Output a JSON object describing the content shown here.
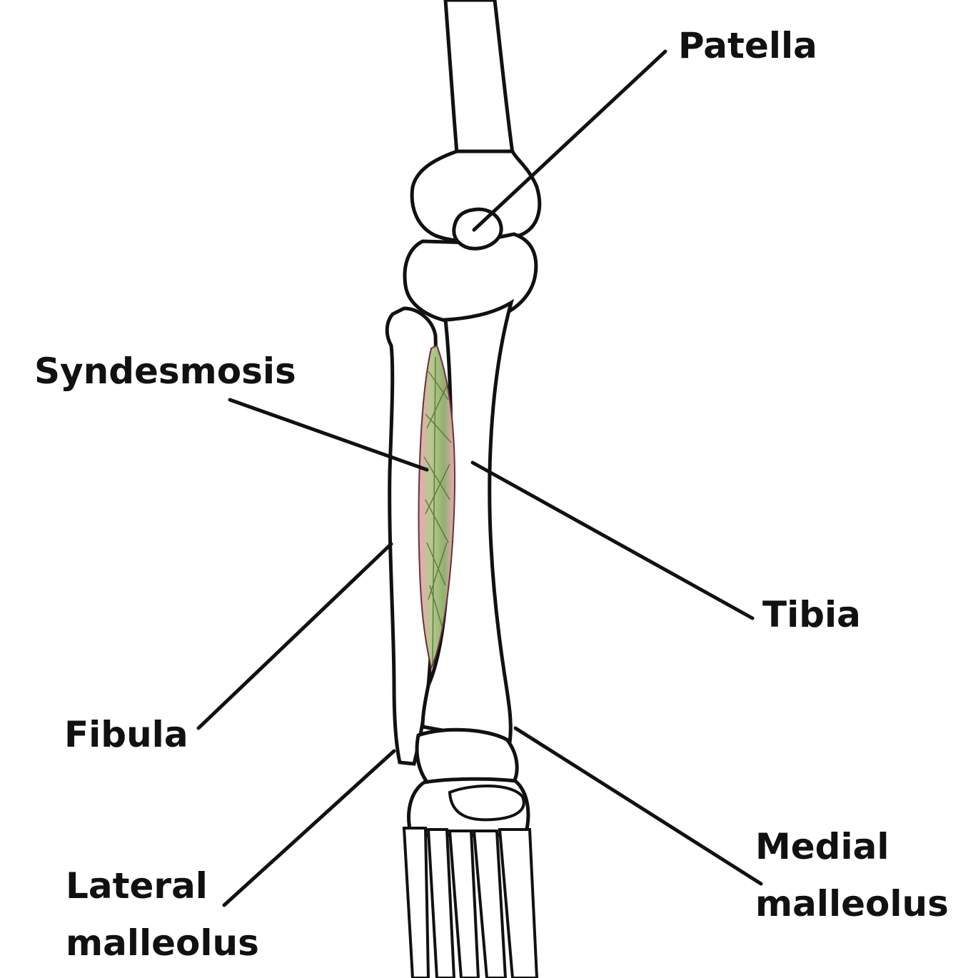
{
  "labels": {
    "patella": "Patella",
    "syndesmosis": "Syndesmosis",
    "tibia": "Tibia",
    "fibula": "Fibula",
    "lateral_malleolus_line1": "Lateral",
    "lateral_malleolus_line2": "malleolus",
    "medial_malleolus_line1": "Medial",
    "medial_malleolus_line2": "malleolus"
  },
  "colors": {
    "outline": "#111111",
    "bone_fill": "#ffffff",
    "syndesmosis_fill": "#b8c98f",
    "syndesmosis_tint": "#e8a9b4",
    "syndesmosis_fiber": "#4f6b2f",
    "leader_line": "#111111",
    "label_text": "#111111"
  }
}
